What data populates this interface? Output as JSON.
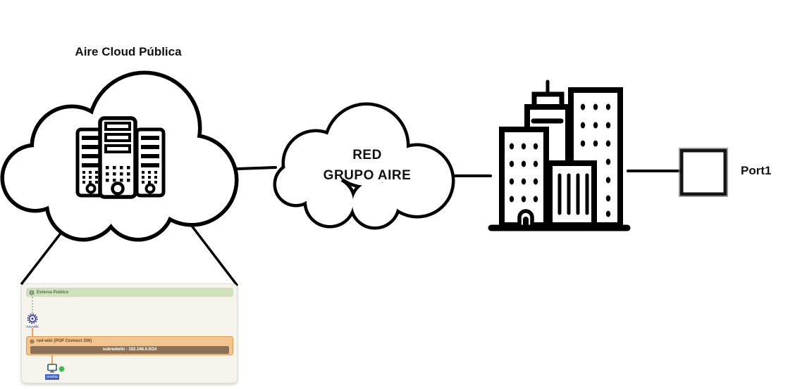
{
  "diagram": {
    "cloud_public_title": "Aire Cloud Pública",
    "wan_cloud_label_line1": "RED",
    "wan_cloud_label_line2": "GRUPO AIRE",
    "port_label": "Port1"
  },
  "inset": {
    "external_network_label": "Externa Publico",
    "router_label": "rou-wiki",
    "network_label": "red-wiki (POP Connect 300)",
    "subnet_label": "subredwiki - 192.168.0.0/24",
    "instance_label": "prueba",
    "colors": {
      "panel_bg": "#f7f4ed",
      "external_bar_bg": "#cfe0bd",
      "network_bar_bg": "#f2c48f",
      "network_bar_border": "#db9b50",
      "subnet_bar_bg": "#8d7157",
      "router_icon": "#2e3192",
      "instance_status_dot": "#3cb54a",
      "link_orange": "#e9a45c",
      "link_green_dotted": "#a8c88e",
      "outline_black": "#000000"
    }
  }
}
